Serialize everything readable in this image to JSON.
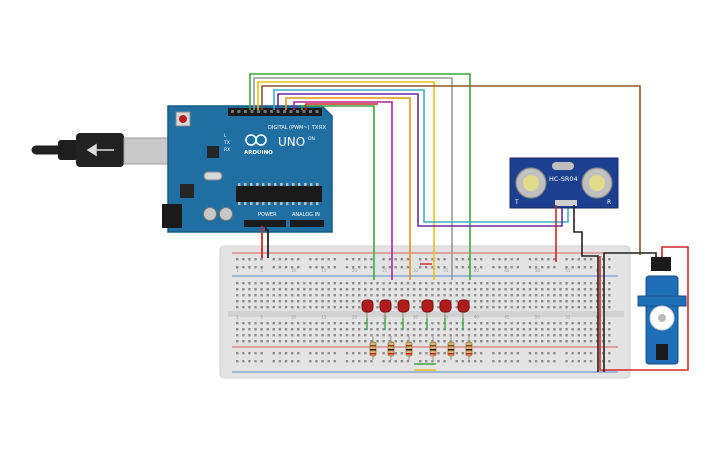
{
  "arduino": {
    "brand": "UNO",
    "logo_text": "ARDUINO",
    "digital_label": "DIGITAL (PWM~)",
    "power_label": "POWER",
    "analog_label": "ANALOG IN",
    "tx_label": "TX",
    "rx_label": "RX",
    "l_label": "L",
    "on_label": "ON",
    "board_color": "#1f6fa3"
  },
  "sensor": {
    "model": "HC-SR04",
    "t_label": "T",
    "r_label": "R",
    "board_color": "#1c3f8f"
  },
  "breadboard": {
    "rows_top": [
      "j",
      "i",
      "h",
      "g",
      "f"
    ],
    "rows_bottom": [
      "e",
      "d",
      "c",
      "b",
      "a"
    ],
    "column_numbers": [
      "1",
      "5",
      "10",
      "15",
      "20",
      "25",
      "30",
      "35",
      "40",
      "45",
      "50",
      "55",
      "60"
    ]
  },
  "components": {
    "led_color": "#b01c1c",
    "led_count": 6,
    "resistor_count": 6,
    "servo_color": "#1f6fb8"
  },
  "wire_colors": {
    "green": "#3aa83a",
    "yellow": "#e8c21a",
    "orange": "#e3921c",
    "magenta": "#b3249a",
    "purple": "#6b2c9a",
    "teal": "#3bb0c4",
    "gray": "#9a9a9a",
    "brown": "#8a5a2b",
    "red": "#d32626",
    "black": "#222222"
  }
}
